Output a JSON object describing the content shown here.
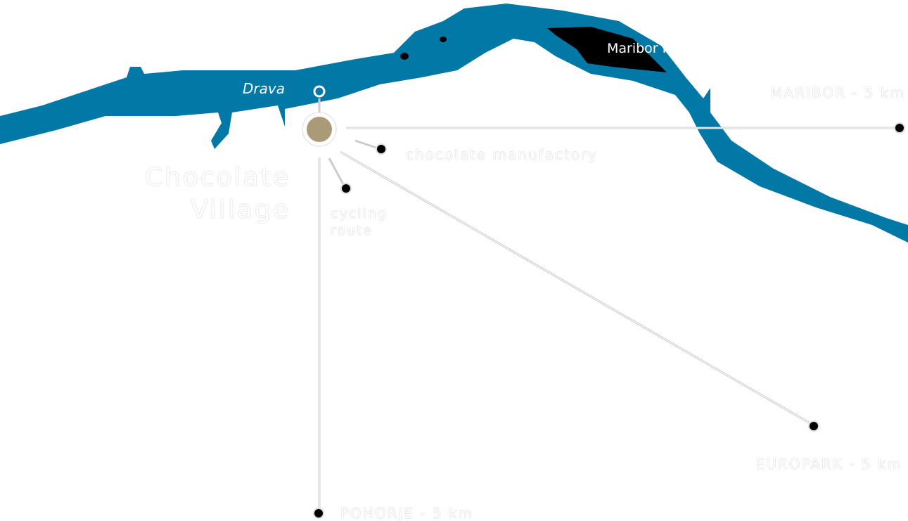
{
  "colors": {
    "river": "#0278a7",
    "island": "#000000",
    "village_marker": "#ab9a78",
    "line": "#cccccc"
  },
  "river_label": "Drava",
  "island_label": "Maribor Island",
  "village": {
    "line1": "Chocolate",
    "line2": "Village"
  },
  "points": {
    "manufactory": "chocolate manufactory",
    "cycling_line1": "cycling",
    "cycling_line2": "route",
    "maribor": "MARIBOR - 5 km",
    "europark": "EUROPARK - 5 km",
    "pohorje": "POHORJE - 5 km"
  }
}
